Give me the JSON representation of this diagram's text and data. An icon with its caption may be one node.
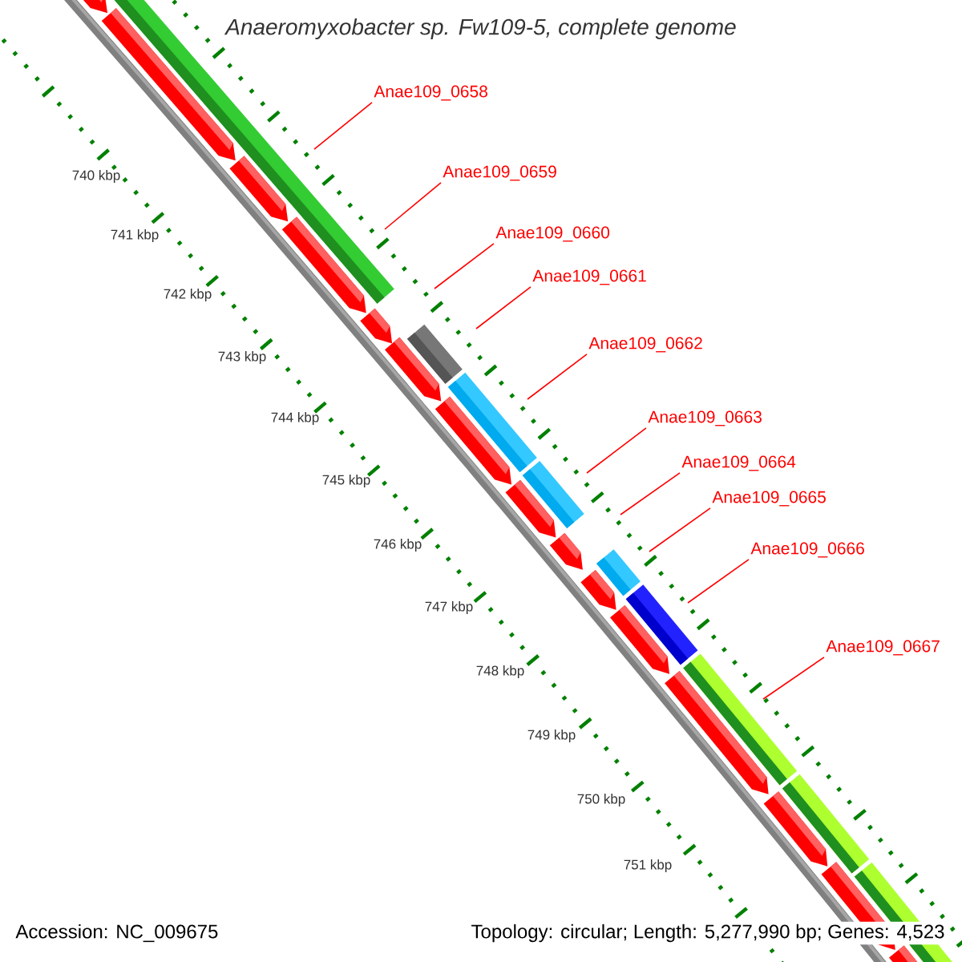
{
  "diagram": {
    "title": "Anaeromyxobacter sp. Fw109-5, complete genome",
    "nodes": [
      {
        "text": [
          "Anae109_0658"
        ]
      },
      {
        "text": [
          "Anae109_0659"
        ]
      },
      {
        "text": [
          "Anae109_0660"
        ]
      },
      {
        "text": [
          "Anae109_0661"
        ]
      },
      {
        "text": [
          "Anae109_0662"
        ]
      },
      {
        "text": [
          "Anae109_0663"
        ]
      },
      {
        "text": [
          "Anae109_0664"
        ]
      },
      {
        "text": [
          "Anae109_0665"
        ]
      },
      {
        "text": [
          "Anae109_0666"
        ]
      },
      {
        "text": [
          "Anae109_0667"
        ]
      }
    ],
    "edges": [
      {
        "from": 0,
        "to": null,
        "arrow": "none"
      },
      {
        "from": 1,
        "to": null,
        "arrow": "none"
      },
      {
        "from": 2,
        "to": null,
        "arrow": "none"
      },
      {
        "from": 3,
        "to": null,
        "arrow": "none"
      },
      {
        "from": 4,
        "to": null,
        "arrow": "none"
      },
      {
        "from": 5,
        "to": null,
        "arrow": "none"
      },
      {
        "from": 6,
        "to": null,
        "arrow": "none"
      },
      {
        "from": 7,
        "to": null,
        "arrow": "none"
      },
      {
        "from": 8,
        "to": null,
        "arrow": "none"
      },
      {
        "from": 9,
        "to": null,
        "arrow": "none"
      }
    ],
    "labels": [
      "740 kbp",
      "741 kbp",
      "742 kbp",
      "743 kbp",
      "744 kbp",
      "745 kbp",
      "746 kbp",
      "747 kbp",
      "748 kbp",
      "749 kbp",
      "750 kbp",
      "751 kbp",
      "Accession: NC_009675",
      "Topology: circular; Length: 5,277,990 bp; Genes: 4,523"
    ]
  }
}
